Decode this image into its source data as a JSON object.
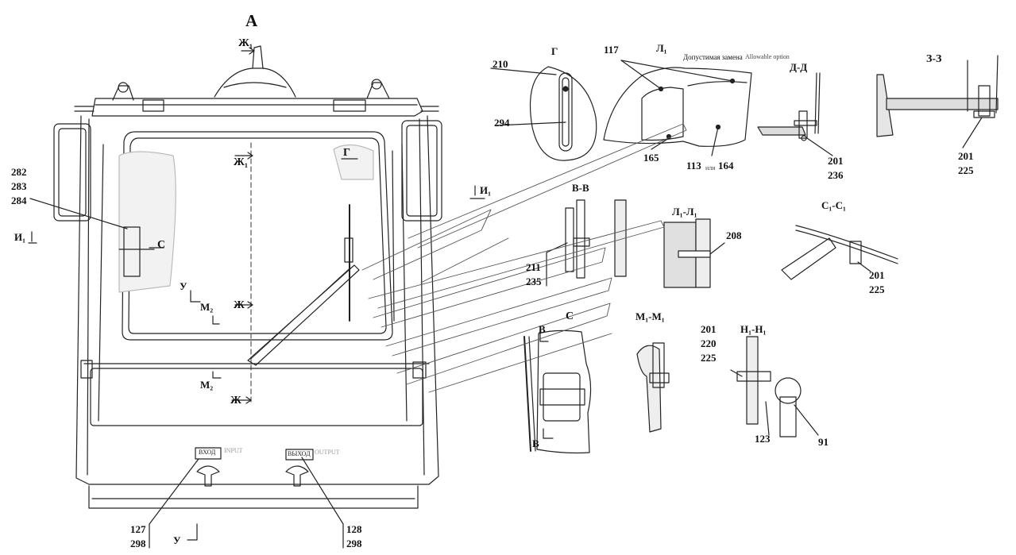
{
  "view_title": "A",
  "views": {
    "g": "Г",
    "l1": "Л₁",
    "dd": "Д-Д",
    "zz": "З-З",
    "vv": "В-В",
    "l1l1": "Л₁-Л₁",
    "c1c1": "С₁-С₁",
    "m1m1": "М₁-М₁",
    "n1n1": "Н₁-Н₁"
  },
  "section_marks": {
    "zh1_top": "Ж₁",
    "zh1_window": "Ж₁",
    "g_window": "Г",
    "i1_left": "И₁",
    "i1_right": "И₁",
    "c_left": "С",
    "u_upper": "У",
    "m2_upper": "М₂",
    "zh_mid": "Ж",
    "m2_lower": "М₂",
    "zh_lower": "Ж",
    "u_bottom": "У",
    "v_detail_top": "В",
    "c_detail": "С",
    "v_detail_bottom": "В"
  },
  "allowable_substitution": {
    "ru": "Допустимая замена",
    "en": "Allowable option"
  },
  "or_note": "или",
  "plates": {
    "input_ru": "ВХОД",
    "input_en": "INPUT",
    "output_ru": "ВЫХОД",
    "output_en": "OUTPUT"
  },
  "callouts": {
    "c282": "282",
    "c283": "283",
    "c284": "284",
    "c210": "210",
    "c294": "294",
    "c117": "117",
    "c165": "165",
    "c113": "113",
    "c164": "164",
    "c201_dd": "201",
    "c236": "236",
    "c201_zz": "201",
    "c225_zz": "225",
    "c208": "208",
    "c211": "211",
    "c235": "235",
    "c201_cc": "201",
    "c225_cc": "225",
    "c201_n": "201",
    "c220": "220",
    "c225_n": "225",
    "c123": "123",
    "c91": "91",
    "c127": "127",
    "c298_left": "298",
    "c128": "128",
    "c298_right": "298"
  }
}
